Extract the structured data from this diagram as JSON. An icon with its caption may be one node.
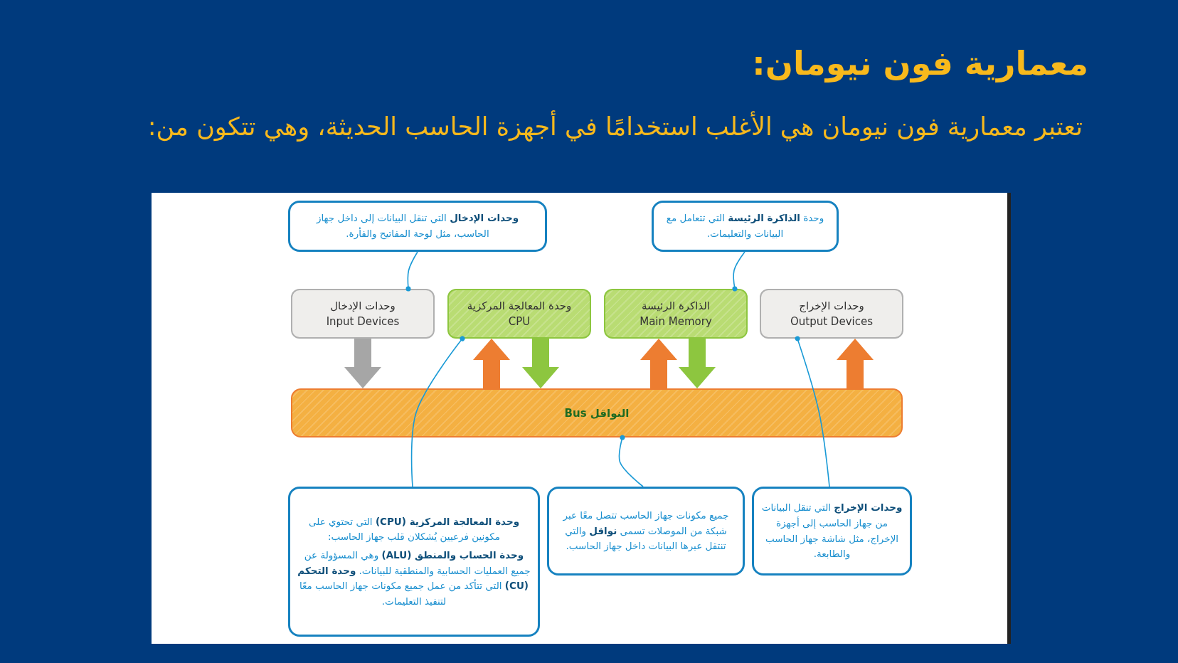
{
  "diagram": {
    "title": "معمارية فون نيومان:",
    "nodes": [
      {
        "text": [
          "**وحدات الإدخال** التي تنقل البيانات إلى داخل جهاز الحاسب، مثل لوحة المفاتيح والفأرة."
        ]
      },
      {
        "text": [
          "وحدة **الذاكرة الرئيسة** التي تتعامل مع البيانات والتعليمات."
        ]
      },
      {
        "text": [
          "وحدات الإدخال",
          "Input Devices"
        ]
      },
      {
        "text": [
          "وحدة المعالجة المركزية CPU"
        ]
      },
      {
        "text": [
          "الذاكرة الرئيسة",
          "Main Memory"
        ]
      },
      {
        "text": [
          "وحدات الإخراج",
          "Output Devices"
        ]
      },
      {
        "text": [
          "النواقل Bus"
        ]
      },
      {
        "text": [
          "**وحدة المعالجة المركزية (CPU)** التي تحتوي على مكونين فرعيين يُشكلان قلب جهاز الحاسب:",
          "**وحدة الحساب والمنطق (ALU)** وهي المسؤولة عن جميع العمليات الحسابية والمنطقية للبيانات. **وحدة التحكم (CU)** التي تتأكد من عمل جميع مكونات جهاز الحاسب معًا لتنفيذ التعليمات."
        ]
      },
      {
        "text": [
          "جميع مكونات جهاز الحاسب تتصل معًا عبر شبكة من الموصلات تسمى **نواقل** والتي تنتقل عبرها البيانات داخل جهاز الحاسب."
        ]
      },
      {
        "text": [
          "**وحدات الإخراج** التي تنقل البيانات من جهاز الحاسب إلى أجهزة الإخراج، مثل شاشة جهاز الحاسب والطابعة."
        ]
      }
    ],
    "edges": [
      {
        "from": 0,
        "to": 2,
        "arrow": "other"
      },
      {
        "from": 1,
        "to": 4,
        "arrow": "other"
      },
      {
        "from": 7,
        "to": 3,
        "arrow": "other"
      },
      {
        "from": 8,
        "to": 6,
        "arrow": "other"
      },
      {
        "from": 9,
        "to": 5,
        "arrow": "other"
      },
      {
        "from": 2,
        "to": 6,
        "arrow": "to",
        "color": "#a6a6a6"
      },
      {
        "from": 6,
        "to": 3,
        "arrow": "to",
        "color": "#ed7d31"
      },
      {
        "from": 3,
        "to": 6,
        "arrow": "to",
        "color": "#8dc63f"
      },
      {
        "from": 6,
        "to": 4,
        "arrow": "to",
        "color": "#ed7d31"
      },
      {
        "from": 4,
        "to": 6,
        "arrow": "to",
        "color": "#8dc63f"
      },
      {
        "from": 6,
        "to": 5,
        "arrow": "to",
        "color": "#ed7d31"
      }
    ],
    "labels": [
      "تعتبر معمارية فون نيومان هي الأغلب استخدامًا في أجهزة الحاسب الحديثة، وهي تتكون من:"
    ]
  }
}
